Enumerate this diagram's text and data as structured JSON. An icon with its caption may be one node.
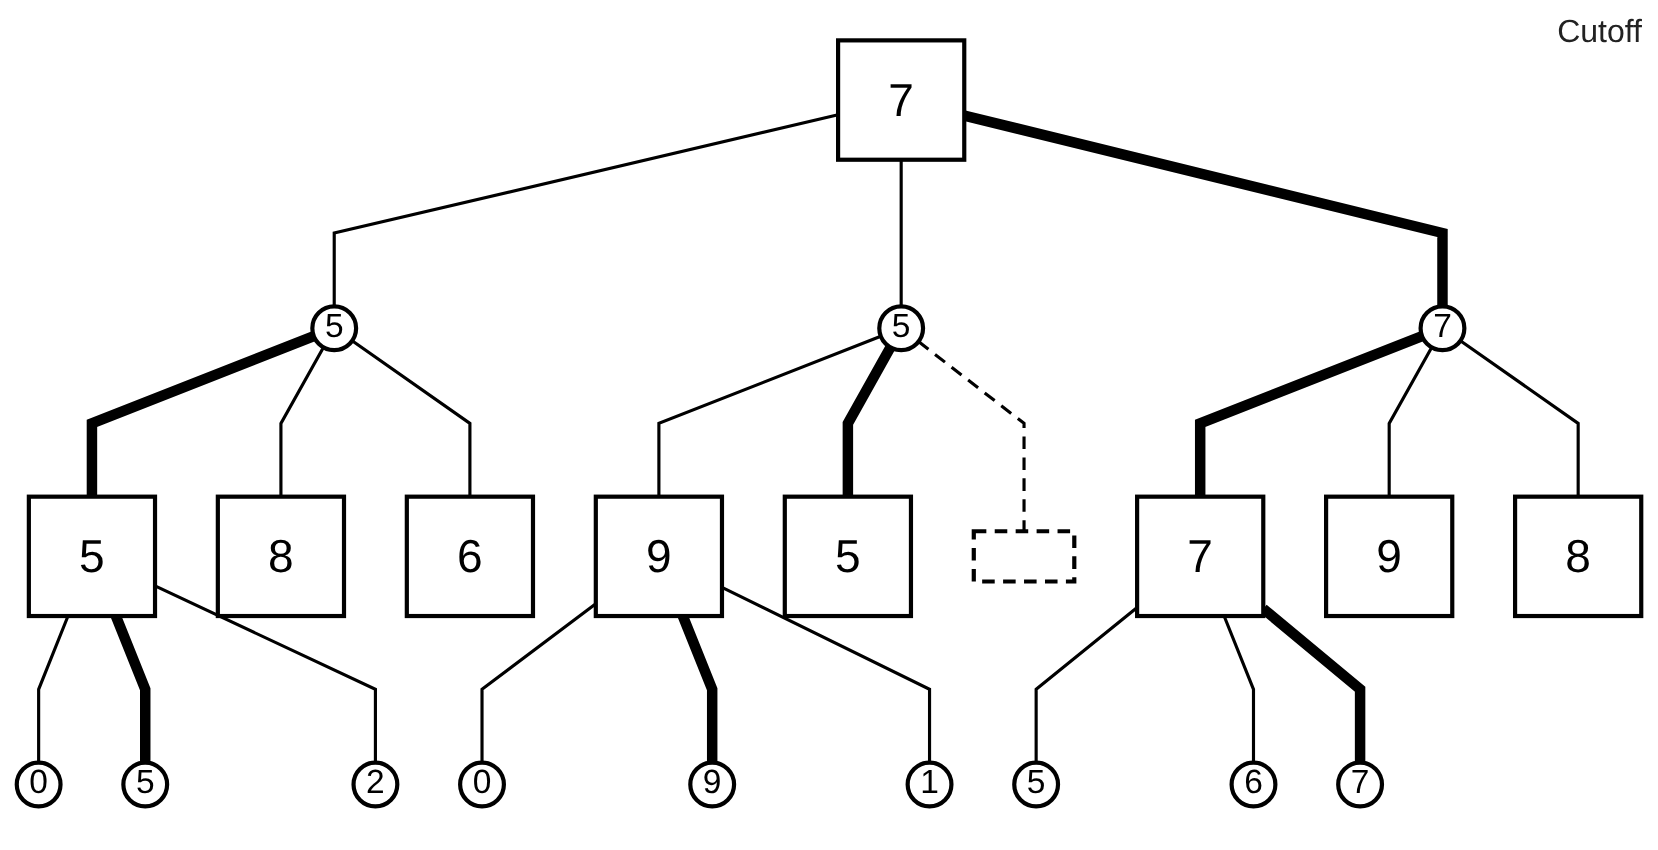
{
  "diagram": {
    "nodes": [
      {
        "text": [
          "7"
        ]
      },
      {
        "text": [
          "5"
        ]
      },
      {
        "text": [
          "5"
        ]
      },
      {
        "text": [
          "7"
        ]
      },
      {
        "text": [
          "5"
        ]
      },
      {
        "text": [
          "8"
        ]
      },
      {
        "text": [
          "6"
        ]
      },
      {
        "text": [
          "9"
        ]
      },
      {
        "text": [
          "5"
        ]
      },
      {
        "text": [],
        "shape": "box"
      },
      {
        "text": [
          "7"
        ]
      },
      {
        "text": [
          "9"
        ]
      },
      {
        "text": [
          "8"
        ]
      },
      {
        "text": [
          "0"
        ]
      },
      {
        "text": [
          "5"
        ]
      },
      {
        "text": [
          "2"
        ]
      },
      {
        "text": [
          "0"
        ]
      },
      {
        "text": [
          "9"
        ]
      },
      {
        "text": [
          "1"
        ]
      },
      {
        "text": [
          "5"
        ]
      },
      {
        "text": [
          "6"
        ]
      },
      {
        "text": [
          "7"
        ]
      }
    ],
    "edges": [
      {
        "from": 0,
        "to": 1,
        "arrow": "none"
      },
      {
        "from": 0,
        "to": 2,
        "arrow": "none"
      },
      {
        "from": 0,
        "to": 3,
        "arrow": "none",
        "style": "thick"
      },
      {
        "from": 1,
        "to": 4,
        "arrow": "none",
        "style": "thick"
      },
      {
        "from": 1,
        "to": 5,
        "arrow": "none"
      },
      {
        "from": 1,
        "to": 6,
        "arrow": "none"
      },
      {
        "from": 2,
        "to": 7,
        "arrow": "none"
      },
      {
        "from": 2,
        "to": 8,
        "arrow": "none",
        "style": "thick"
      },
      {
        "from": 2,
        "to": 9,
        "arrow": "none",
        "style": "dashed"
      },
      {
        "from": 3,
        "to": 10,
        "arrow": "none",
        "style": "thick"
      },
      {
        "from": 3,
        "to": 11,
        "arrow": "none"
      },
      {
        "from": 3,
        "to": 12,
        "arrow": "none"
      },
      {
        "from": 4,
        "to": 13,
        "arrow": "none"
      },
      {
        "from": 4,
        "to": 14,
        "arrow": "none",
        "style": "thick"
      },
      {
        "from": 4,
        "to": 15,
        "arrow": "none"
      },
      {
        "from": 7,
        "to": 16,
        "arrow": "none"
      },
      {
        "from": 7,
        "to": 17,
        "arrow": "none",
        "style": "thick"
      },
      {
        "from": 7,
        "to": 18,
        "arrow": "none"
      },
      {
        "from": 10,
        "to": 19,
        "arrow": "none"
      },
      {
        "from": 10,
        "to": 20,
        "arrow": "none"
      },
      {
        "from": 10,
        "to": 21,
        "arrow": "none",
        "style": "thick"
      }
    ],
    "labels": [
      "Cutoff"
    ]
  }
}
